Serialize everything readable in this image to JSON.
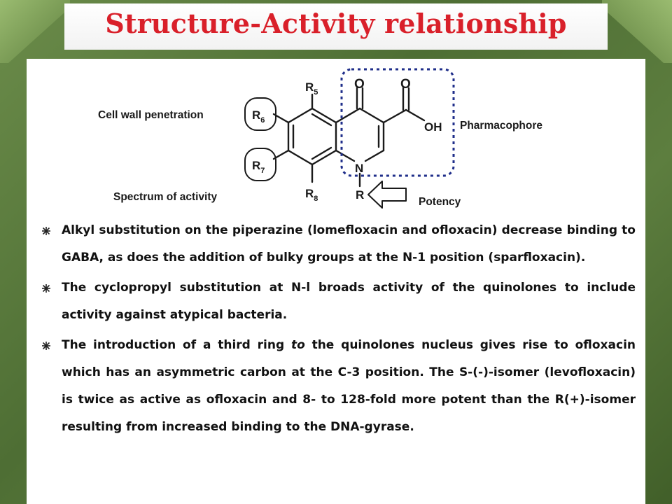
{
  "slide": {
    "title": "Structure-Activity relationship"
  },
  "diagram": {
    "labels": {
      "cell_wall": "Cell wall penetration",
      "spectrum": "Spectrum of activity",
      "pharmacophore": "Pharmacophore",
      "potency": "Potency"
    },
    "atoms": {
      "r5": "R",
      "r5_sub": "5",
      "r6": "R",
      "r6_sub": "6",
      "r7": "R",
      "r7_sub": "7",
      "r8": "R",
      "r8_sub": "8",
      "o1": "O",
      "o2": "O",
      "oh": "OH",
      "n": "N",
      "r": "R"
    },
    "colors": {
      "pharmacophore_box": "#1f2e8a",
      "title": "#d9202a"
    }
  },
  "bullets": [
    {
      "text": "Alkyl substitution on the piperazine (lomefloxacin and ofloxacin) decrease binding to GABA, as does the addition of bulky groups at the N-1 position (sparfloxacin)."
    },
    {
      "text": "The cyclopropyl substitution at N-l broads activity of the quinolones to include activity against atypical bacteria."
    },
    {
      "text_before": "The introduction of a third ring ",
      "text_italic": "to",
      "text_after": " the quinolones nucleus gives rise to ofloxacin which has an asymmetric carbon at the C-3 position. The S-(-)-isomer (levofloxacin) is twice as active as ofloxacin and 8- to 128-fold more potent than the R(+)-isomer resulting from increased binding to the DNA-gyrase."
    }
  ],
  "bullet_icon": "snowflake-bullet-icon"
}
